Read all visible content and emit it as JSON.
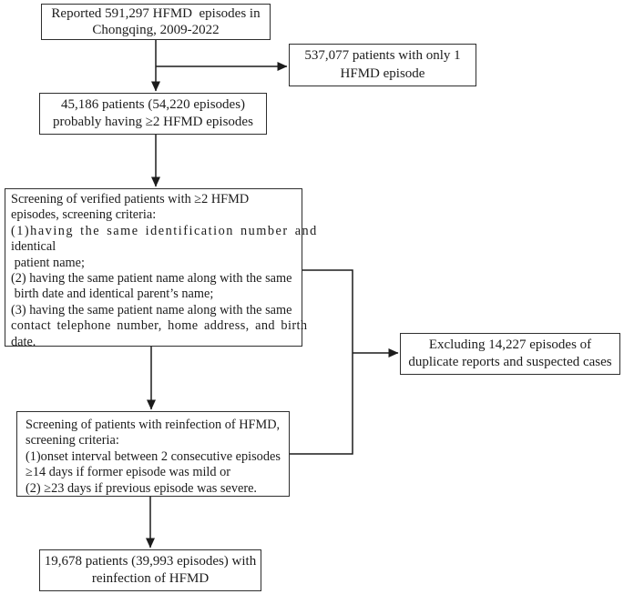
{
  "diagram": {
    "title": "HFMD reinfection screening flowchart",
    "colors": {
      "border": "#2e2e2e",
      "text": "#1c1c1c",
      "background": "#ffffff"
    },
    "boxes": {
      "reported": {
        "line1": "Reported 591,297 HFMD  episodes in",
        "line2": "Chongqing, 2009-2022"
      },
      "single_episode": {
        "line1": "537,077 patients with only 1",
        "line2": "HFMD episode"
      },
      "probable": {
        "line1": "45,186 patients (54,220 episodes)",
        "line2": "probably having ≥2 HFMD episodes"
      },
      "screening_verified": {
        "lines": [
          "Screening of verified patients with ≥2 HFMD",
          "episodes, screening criteria:",
          "(1)having the same identification number and",
          "identical",
          " patient name;",
          "(2) having the same patient name along with the same",
          " birth date and identical parent’s name;",
          "(3) having the same patient name along with the same",
          "contact telephone number, home address, and birth",
          "date."
        ]
      },
      "excluding": {
        "line1": "Excluding 14,227 episodes of",
        "line2": "duplicate reports and suspected cases"
      },
      "screening_reinfection": {
        "lines": [
          "Screening of patients with reinfection of HFMD,",
          "screening criteria:",
          "(1)onset interval between 2 consecutive episodes",
          "≥14 days if former episode was mild or",
          "(2) ≥23 days if previous episode was severe."
        ]
      },
      "final": {
        "line1": "19,678 patients (39,993 episodes) with",
        "line2": "reinfection of HFMD"
      }
    }
  }
}
